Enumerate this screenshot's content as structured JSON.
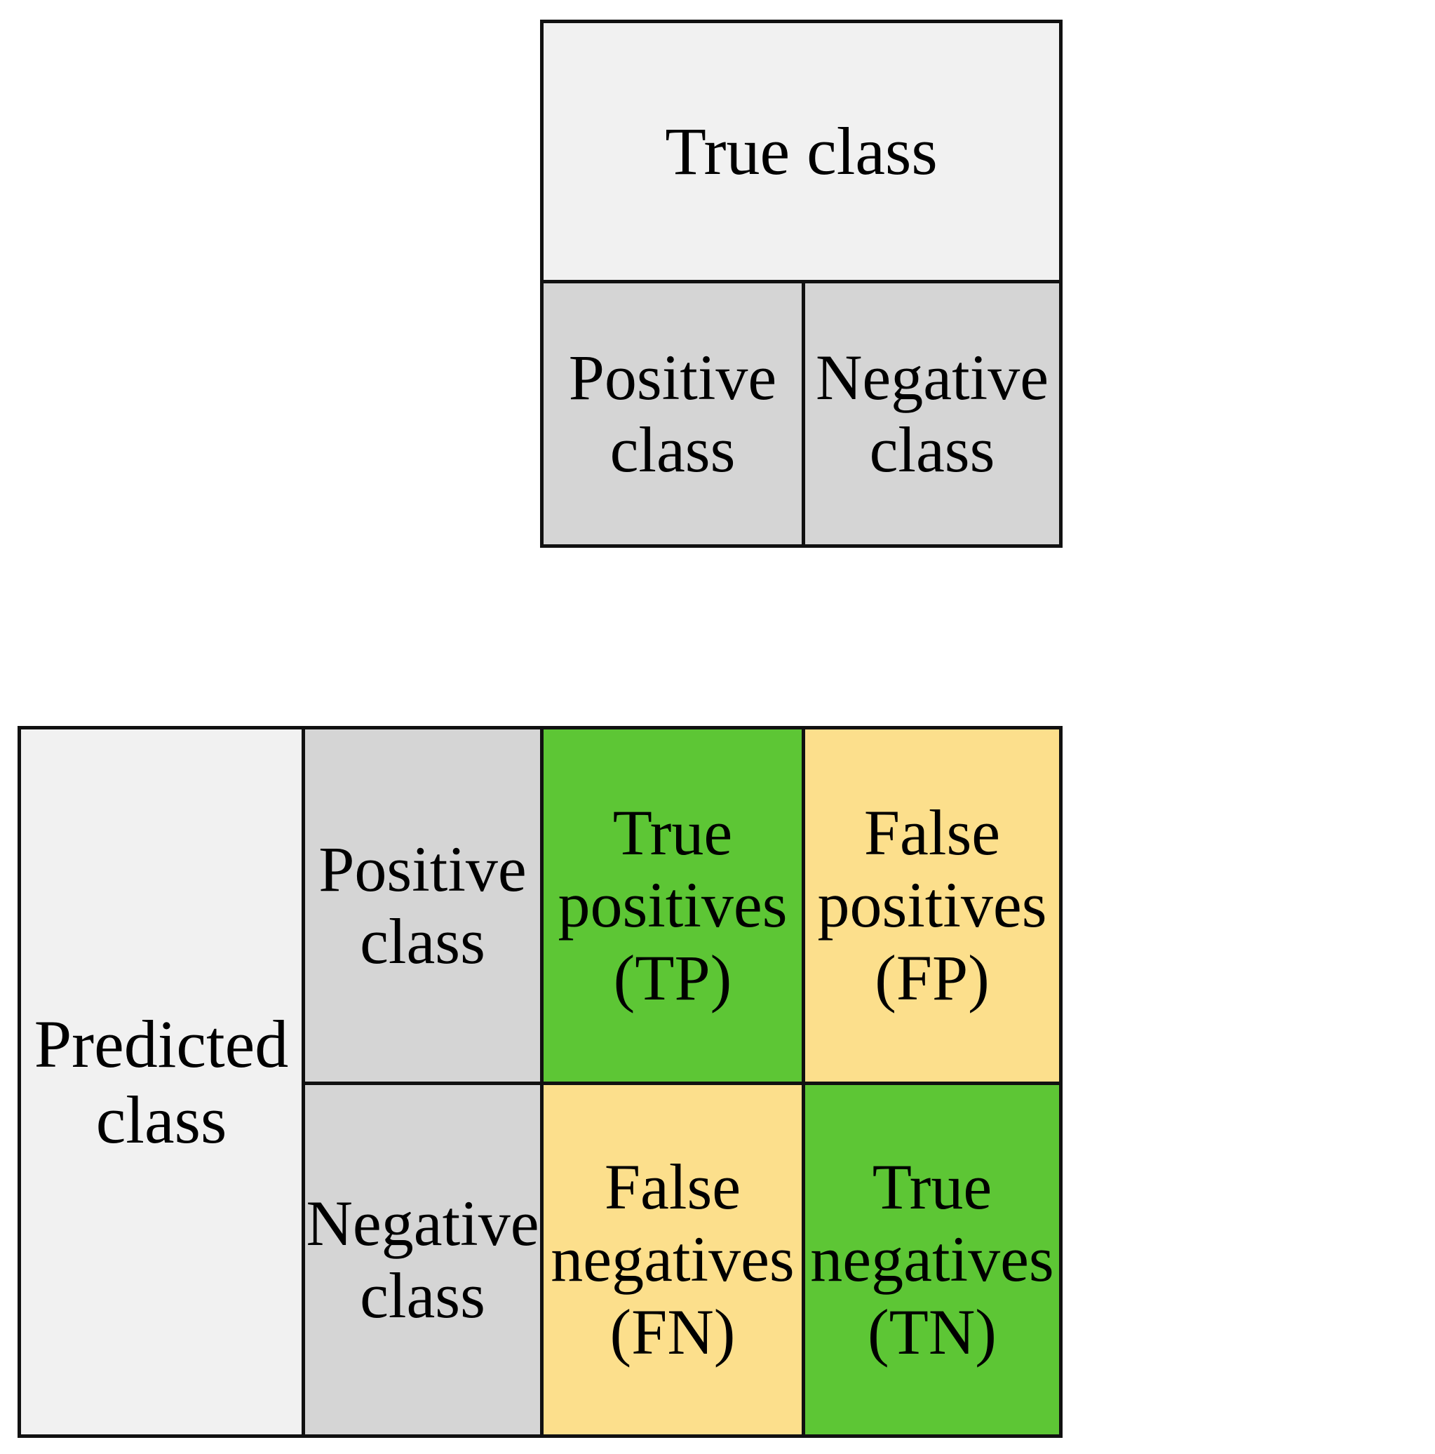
{
  "figure": {
    "type": "confusion-matrix",
    "axes": {
      "column_axis_label": "True class",
      "row_axis_label_line1": "Predicted",
      "row_axis_label_line2": "class",
      "row_axis_label": "Predicted class"
    },
    "column_headers": [
      {
        "line1": "Positive",
        "line2": "class",
        "full": "Positive class"
      },
      {
        "line1": "Negative",
        "line2": "class",
        "full": "Negative class"
      }
    ],
    "row_headers": [
      {
        "line1": "Positive",
        "line2": "class",
        "full": "Positive class"
      },
      {
        "line1": "Negative",
        "line2": "class",
        "full": "Negative class"
      }
    ],
    "cells": [
      {
        "id": "tp",
        "row": "Positive class",
        "column": "Positive class",
        "line1": "True",
        "line2": "positives",
        "line3": "(TP)",
        "full": "True positives (TP)",
        "abbreviation": "TP",
        "fill": "#5dc635"
      },
      {
        "id": "fp",
        "row": "Positive class",
        "column": "Negative class",
        "line1": "False",
        "line2": "positives",
        "line3": "(FP)",
        "full": "False positives (FP)",
        "abbreviation": "FP",
        "fill": "#fcdf8c"
      },
      {
        "id": "fn",
        "row": "Negative class",
        "column": "Positive class",
        "line1": "False",
        "line2": "negatives",
        "line3": "(FN)",
        "full": "False negatives (FN)",
        "abbreviation": "FN",
        "fill": "#fcdf8c"
      },
      {
        "id": "tn",
        "row": "Negative class",
        "column": "Negative class",
        "line1": "True",
        "line2": "negatives",
        "line3": "(TN)",
        "full": "True negatives (TN)",
        "abbreviation": "TN",
        "fill": "#5dc635"
      }
    ],
    "colors": {
      "banner_fill": "#f1f1f1",
      "header_fill": "#d5d5d5",
      "correct_fill": "#5dc635",
      "error_fill": "#fcdf8c",
      "border": "#111111",
      "background": "#ffffff",
      "text": "#000000"
    }
  }
}
